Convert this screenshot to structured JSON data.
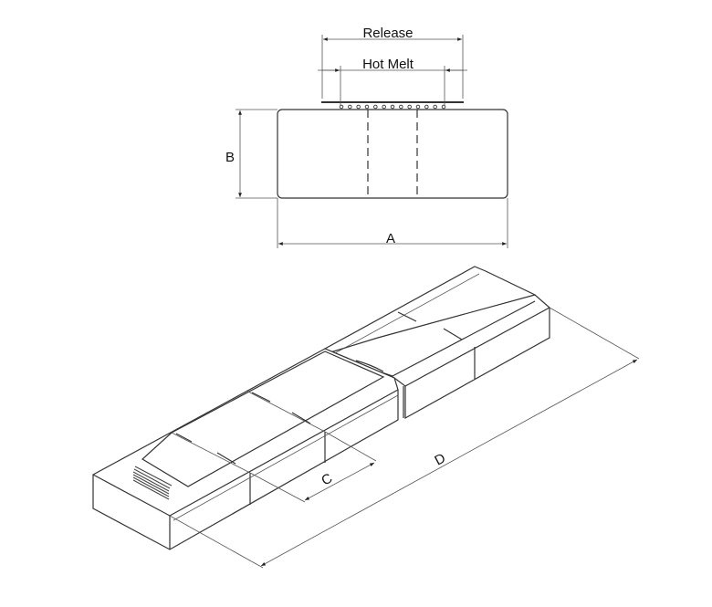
{
  "top_view": {
    "release_label": "Release",
    "hot_melt_label": "Hot Melt",
    "dim_a_label": "A",
    "dim_b_label": "B",
    "hot_melt_dot_count": 13
  },
  "iso_view": {
    "dim_c_label": "C",
    "dim_d_label": "D"
  }
}
